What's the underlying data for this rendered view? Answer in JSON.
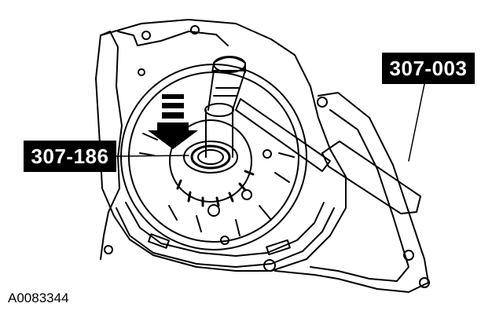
{
  "diagram": {
    "callouts": [
      {
        "id": "tool-307-003",
        "text": "307-003"
      },
      {
        "id": "tool-307-186",
        "text": "307-186"
      }
    ],
    "figure_id": "A0083344"
  }
}
